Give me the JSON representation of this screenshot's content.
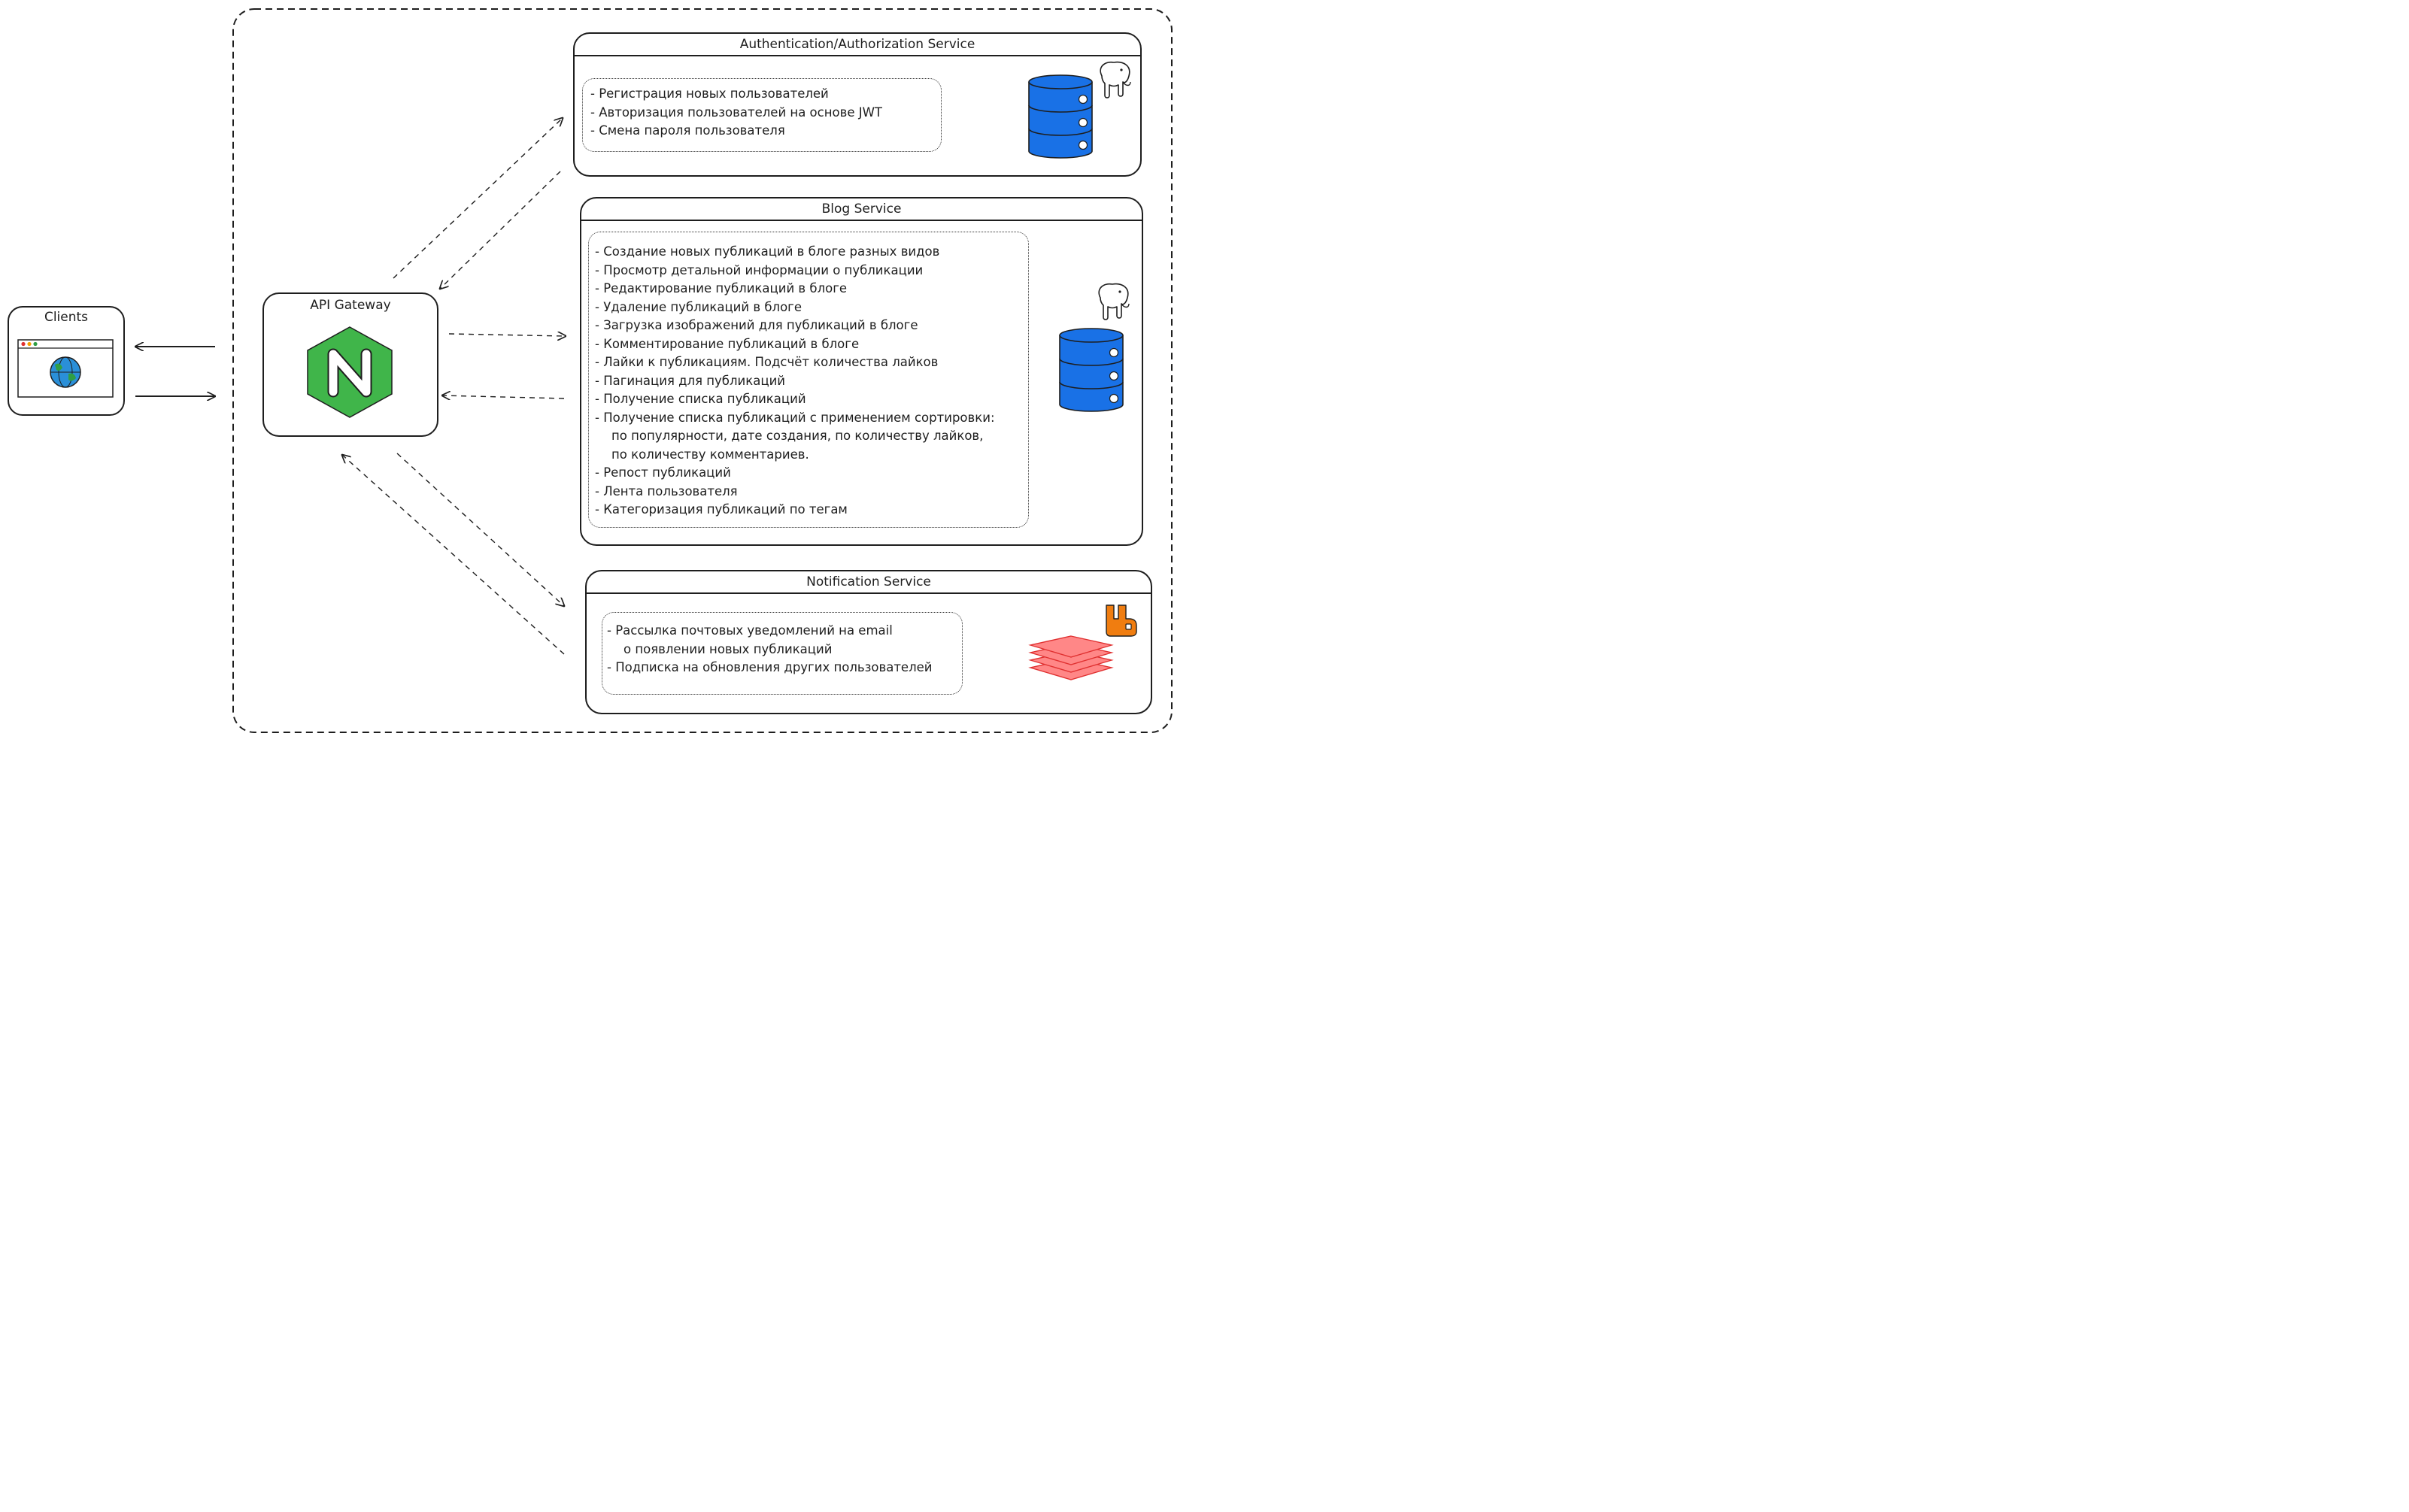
{
  "clients": {
    "label": "Clients"
  },
  "gateway": {
    "label": "API Gateway",
    "logo_letter": "N"
  },
  "auth_service": {
    "title": "Authentication/Authorization Service",
    "features": [
      "- Регистрация новых пользователей",
      "- Авторизация пользователей на основе JWT",
      "- Смена пароля пользователя"
    ]
  },
  "blog_service": {
    "title": "Blog Service",
    "features": [
      "- Создание новых публикаций в блоге разных видов",
      "- Просмотр детальной информации о публикации",
      "- Редактирование публикаций в блоге",
      "- Удаление публикаций в блоге",
      "- Загрузка изображений для публикаций в блоге",
      "- Комментирование публикаций в блоге",
      "- Лайки к публикациям. Подсчёт количества лайков",
      "- Пагинация для публикаций",
      "- Получение списка публикаций",
      "- Получение списка публикаций с применением сортировки:",
      "по популярности, дате создания, по количеству лайков,",
      "по количеству комментариев.",
      "- Репост публикаций",
      "- Лента пользователя",
      "- Категоризация публикаций по тегам"
    ]
  },
  "notification_service": {
    "title": "Notification Service",
    "features": [
      "- Рассылка почтовых уведомлений на email",
      "о появлении новых публикаций",
      "- Подписка на обновления других пользователей"
    ]
  },
  "icons": {
    "browser": "browser-window-icon",
    "globe": "globe-icon",
    "nginx": "nginx-logo-icon",
    "database": "database-icon",
    "postgres": "postgresql-elephant-icon",
    "rabbitmq": "rabbitmq-logo-icon",
    "queue": "message-queue-stack-icon"
  },
  "colors": {
    "stroke": "#1e1e1e",
    "db_fill": "#1971e6",
    "nginx_green": "#40b54a",
    "rabbit_orange": "#f07d10",
    "queue_fill": "#ff8787",
    "queue_stroke": "#e03131",
    "globe_blue": "#2a8fd8",
    "globe_land": "#2f9e44"
  }
}
